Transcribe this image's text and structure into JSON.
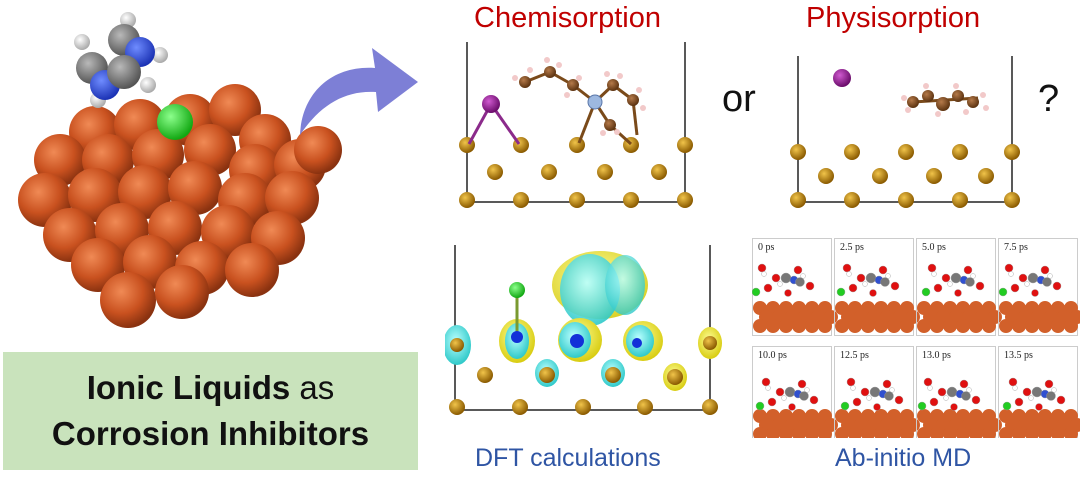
{
  "titles": {
    "chemisorption": "Chemisorption",
    "physisorption": "Physisorption",
    "or_text": "or",
    "question_mark": "?"
  },
  "bottom_labels": {
    "dft": "DFT calculations",
    "md": "Ab-initio MD"
  },
  "callout": {
    "line1_bold": "Ionic Liquids",
    "line1_rest": "as",
    "line2": "Corrosion Inhibitors"
  },
  "md_snapshots": {
    "top_row": [
      "0 ps",
      "2.5 ps",
      "5.0 ps",
      "7.5 ps"
    ],
    "bottom_row": [
      "10.0 ps",
      "12.5 ps",
      "13.0 ps",
      "13.5 ps"
    ]
  },
  "colors": {
    "title_red": "#c00000",
    "label_blue": "#2f55a4",
    "callout_green": "#c9e3bc",
    "copper": "#c9511f",
    "metal_atom": "#b8860b",
    "chloride": "#22cc22",
    "arrow": "#7d7fd6"
  }
}
